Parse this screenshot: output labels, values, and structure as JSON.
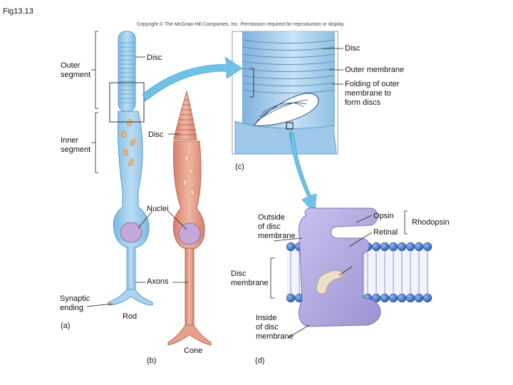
{
  "figure": {
    "title": "Fig13.13",
    "copyright": "Copyright © The McGraw-Hill Companies, Inc. Permission required for reproduction or display."
  },
  "labels": {
    "outer_segment_1": "Outer",
    "outer_segment_2": "segment",
    "inner_segment_1": "Inner",
    "inner_segment_2": "segment",
    "disc_rod": "Disc",
    "disc_cone": "Disc",
    "nuclei": "Nuclei",
    "axons": "Axons",
    "synaptic_1": "Synaptic",
    "synaptic_2": "ending",
    "rod": "Rod",
    "cone": "Cone",
    "panel_a": "(a)",
    "panel_b": "(b)",
    "panel_c": "(c)",
    "panel_d": "(d)",
    "c_disc": "Disc",
    "c_outer_membrane": "Outer membrane",
    "c_folding_1": "Folding of outer",
    "c_folding_2": "membrane to",
    "c_folding_3": "form discs",
    "d_outside_1": "Outside",
    "d_outside_2": "of disc",
    "d_outside_3": "membrane",
    "d_disc_membrane_1": "Disc",
    "d_disc_membrane_2": "membrane",
    "d_inside_1": "Inside",
    "d_inside_2": "of disc",
    "d_inside_3": "membrane",
    "d_opsin": "Opsin",
    "d_retinal": "Retinal",
    "d_rhodopsin": "Rhodopsin"
  },
  "colors": {
    "rod_fill": "#a9d3ef",
    "rod_stroke": "#5b9cc8",
    "cone_fill": "#e7a08c",
    "cone_stroke": "#b86a55",
    "nucleus_fill": "#c3a8d8",
    "opsin_fill": "#b7aee0",
    "bead_fill": "#3f74c2",
    "arrow": "#6fc2e6"
  }
}
